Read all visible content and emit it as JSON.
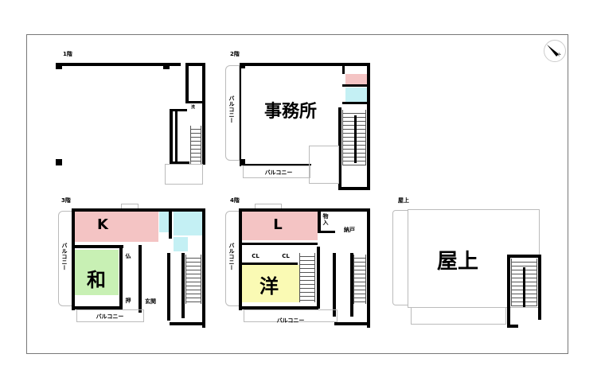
{
  "floors": {
    "f1": {
      "label": "1階"
    },
    "f2": {
      "label": "2階",
      "office": "事務所",
      "balcony_side": "バルコニー",
      "balcony_bottom": "バルコニー"
    },
    "f3": {
      "label": "3階",
      "kitchen": "K",
      "japanese_room": "和",
      "butsudan": "仏",
      "oshiire": "押",
      "entrance": "玄関",
      "balcony_side": "バルコニー",
      "balcony_bottom": "バルコニー"
    },
    "f4": {
      "label": "4階",
      "living": "L",
      "western_room": "洋",
      "closet1": "CL",
      "closet2": "CL",
      "storage": "物入",
      "nando": "納戸",
      "balcony_side": "バルコニー",
      "balcony_bottom": "バルコニー"
    },
    "roof": {
      "label": "屋上",
      "title": "屋上"
    }
  },
  "compass": {
    "label": "N"
  },
  "colors": {
    "kitchen": "#f4c4c4",
    "japanese": "#c8f0b4",
    "western": "#fafab4",
    "water": "#c4f0f4"
  }
}
